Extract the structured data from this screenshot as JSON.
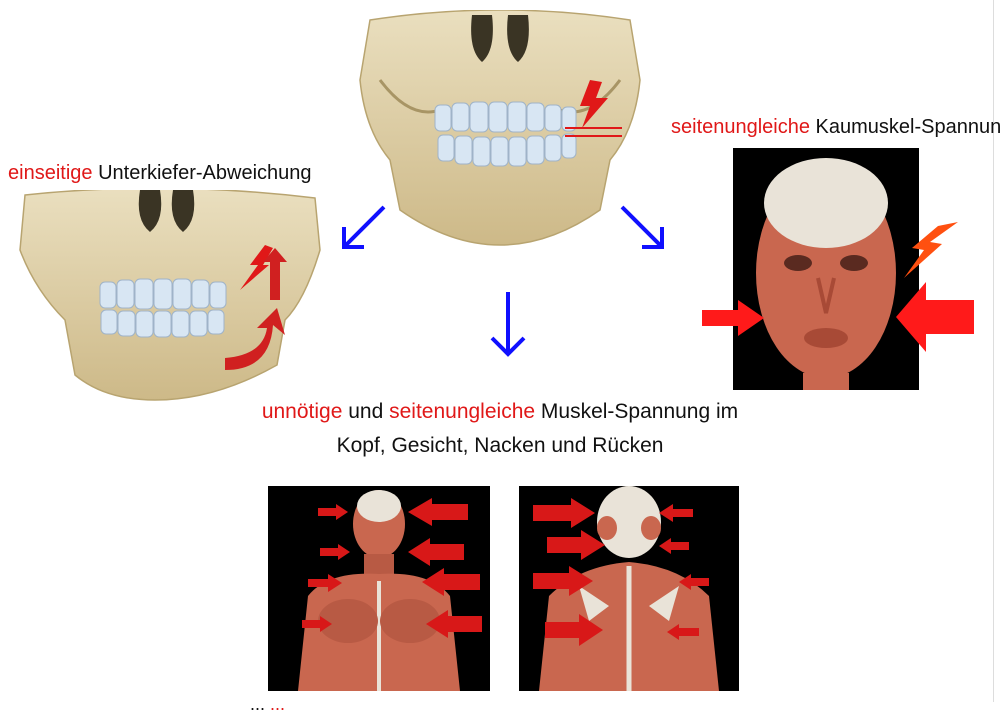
{
  "labels": {
    "left_highlight": "einseitige",
    "left_rest": " Unterkiefer-Abweichung",
    "right_highlight": "seitenungleiche",
    "right_rest": " Kaumuskel-Spannung",
    "center_line1_a": "unnötige",
    "center_line1_b": " und ",
    "center_line1_c": "seitenungleiche",
    "center_line1_d": " Muskel-Spannung im",
    "center_line2": "Kopf, Gesicht, Nacken und Rücken",
    "bottom_partial_a": "... ",
    "bottom_partial_b": "..."
  },
  "colors": {
    "highlight": "#e01818",
    "arrow_blue": "#1010ff",
    "arrow_red": "#e01818",
    "bone": "#e3d5ae",
    "muscle": "#c9674f"
  },
  "icons": {
    "lightning": "lightning-bolt-icon",
    "pain_arrow": "pain-arrow-icon"
  }
}
